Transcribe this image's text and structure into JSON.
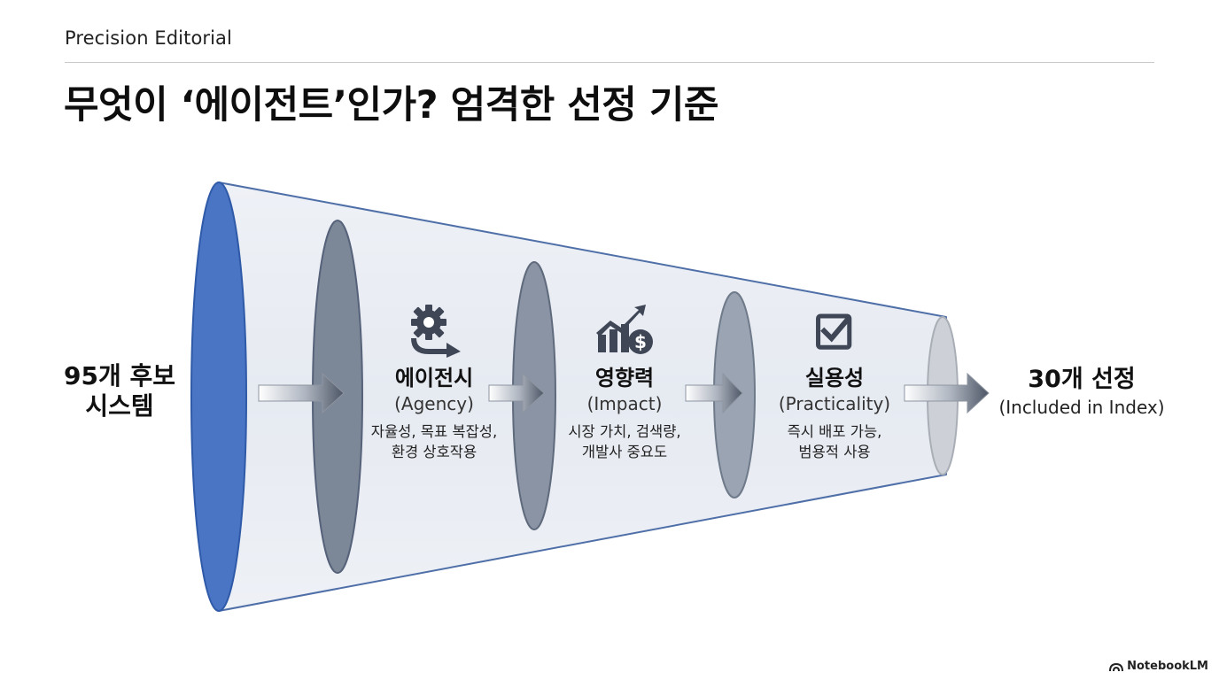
{
  "header": {
    "brand": "Precision Editorial",
    "title": "무엇이 ‘에이전트’인가? 엄격한 선정 기준"
  },
  "funnel": {
    "input": {
      "line1": "95개 후보",
      "line2": "시스템"
    },
    "stages": [
      {
        "icon": "gear-arrow-icon",
        "name": "에이전시",
        "eng": "(Agency)",
        "desc1": "자율성, 목표 복잡성,",
        "desc2": "환경 상호작용"
      },
      {
        "icon": "chart-dollar-icon",
        "name": "영향력",
        "eng": "(Impact)",
        "desc1": "시장 가치, 검색량,",
        "desc2": "개발사 중요도"
      },
      {
        "icon": "checkbox-icon",
        "name": "실용성",
        "eng": "(Practicality)",
        "desc1": "즉시 배포 가능,",
        "desc2": "범용적 사용"
      }
    ],
    "output": {
      "line1": "30개 선정",
      "line2": "(Included in Index)"
    }
  },
  "footer": {
    "logo_text": "NotebookLM"
  },
  "colors": {
    "funnel_body": "#e9edf4",
    "funnel_outline": "#4f6fa8",
    "entry_ring": "#4a74c4",
    "ring_1": "#7d8898",
    "ring_2": "#8a94a4",
    "ring_3": "#9aa3b1",
    "exit_ring": "#c9cdd3",
    "arrow": "#5a6272"
  }
}
